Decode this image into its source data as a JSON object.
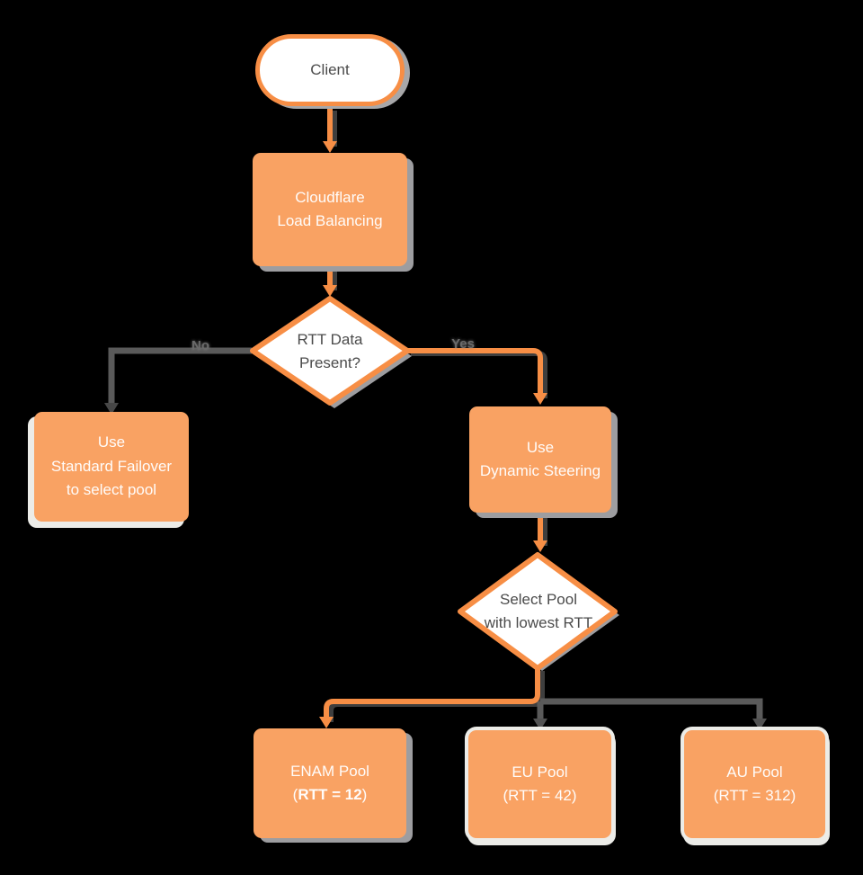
{
  "diagram": {
    "title_semantic": "Cloudflare Load Balancing dynamic steering flowchart",
    "colors": {
      "background": "#000000",
      "node_fill_orange": "#F9A263",
      "node_stroke_orange": "#F78E45",
      "connector_orange": "#F78E45",
      "connector_gray": "#5A5A5A",
      "arrow_dark": "#474747",
      "shadow_gray": "#9D9DA0",
      "shadow_light": "#ECECE8",
      "text_dark": "#4B4B4B",
      "text_white": "#FFFFFF"
    },
    "nodes": {
      "client": {
        "label": "Client"
      },
      "load_balancer": {
        "label": "Cloudflare\nLoad Balancing"
      },
      "rtt_decision": {
        "label": "RTT Data\nPresent?"
      },
      "standard_failover": {
        "label": "Use\nStandard Failover\nto select pool"
      },
      "dynamic_steering": {
        "label": "Use\nDynamic Steering"
      },
      "pool_decision": {
        "label": "Select Pool\nwith lowest RTT"
      }
    },
    "pools": [
      {
        "name": "ENAM Pool",
        "rtt_open": "(",
        "rtt_value": "RTT = 12",
        "rtt_close": ")",
        "highlighted": true
      },
      {
        "name": "EU Pool",
        "rtt_open": "(",
        "rtt_value": "RTT = 42",
        "rtt_close": ")",
        "highlighted": false
      },
      {
        "name": "AU Pool",
        "rtt_open": "(",
        "rtt_value": "RTT = 312",
        "rtt_close": ")",
        "highlighted": false
      }
    ],
    "edge_labels": {
      "no": "No",
      "yes": "Yes"
    }
  }
}
